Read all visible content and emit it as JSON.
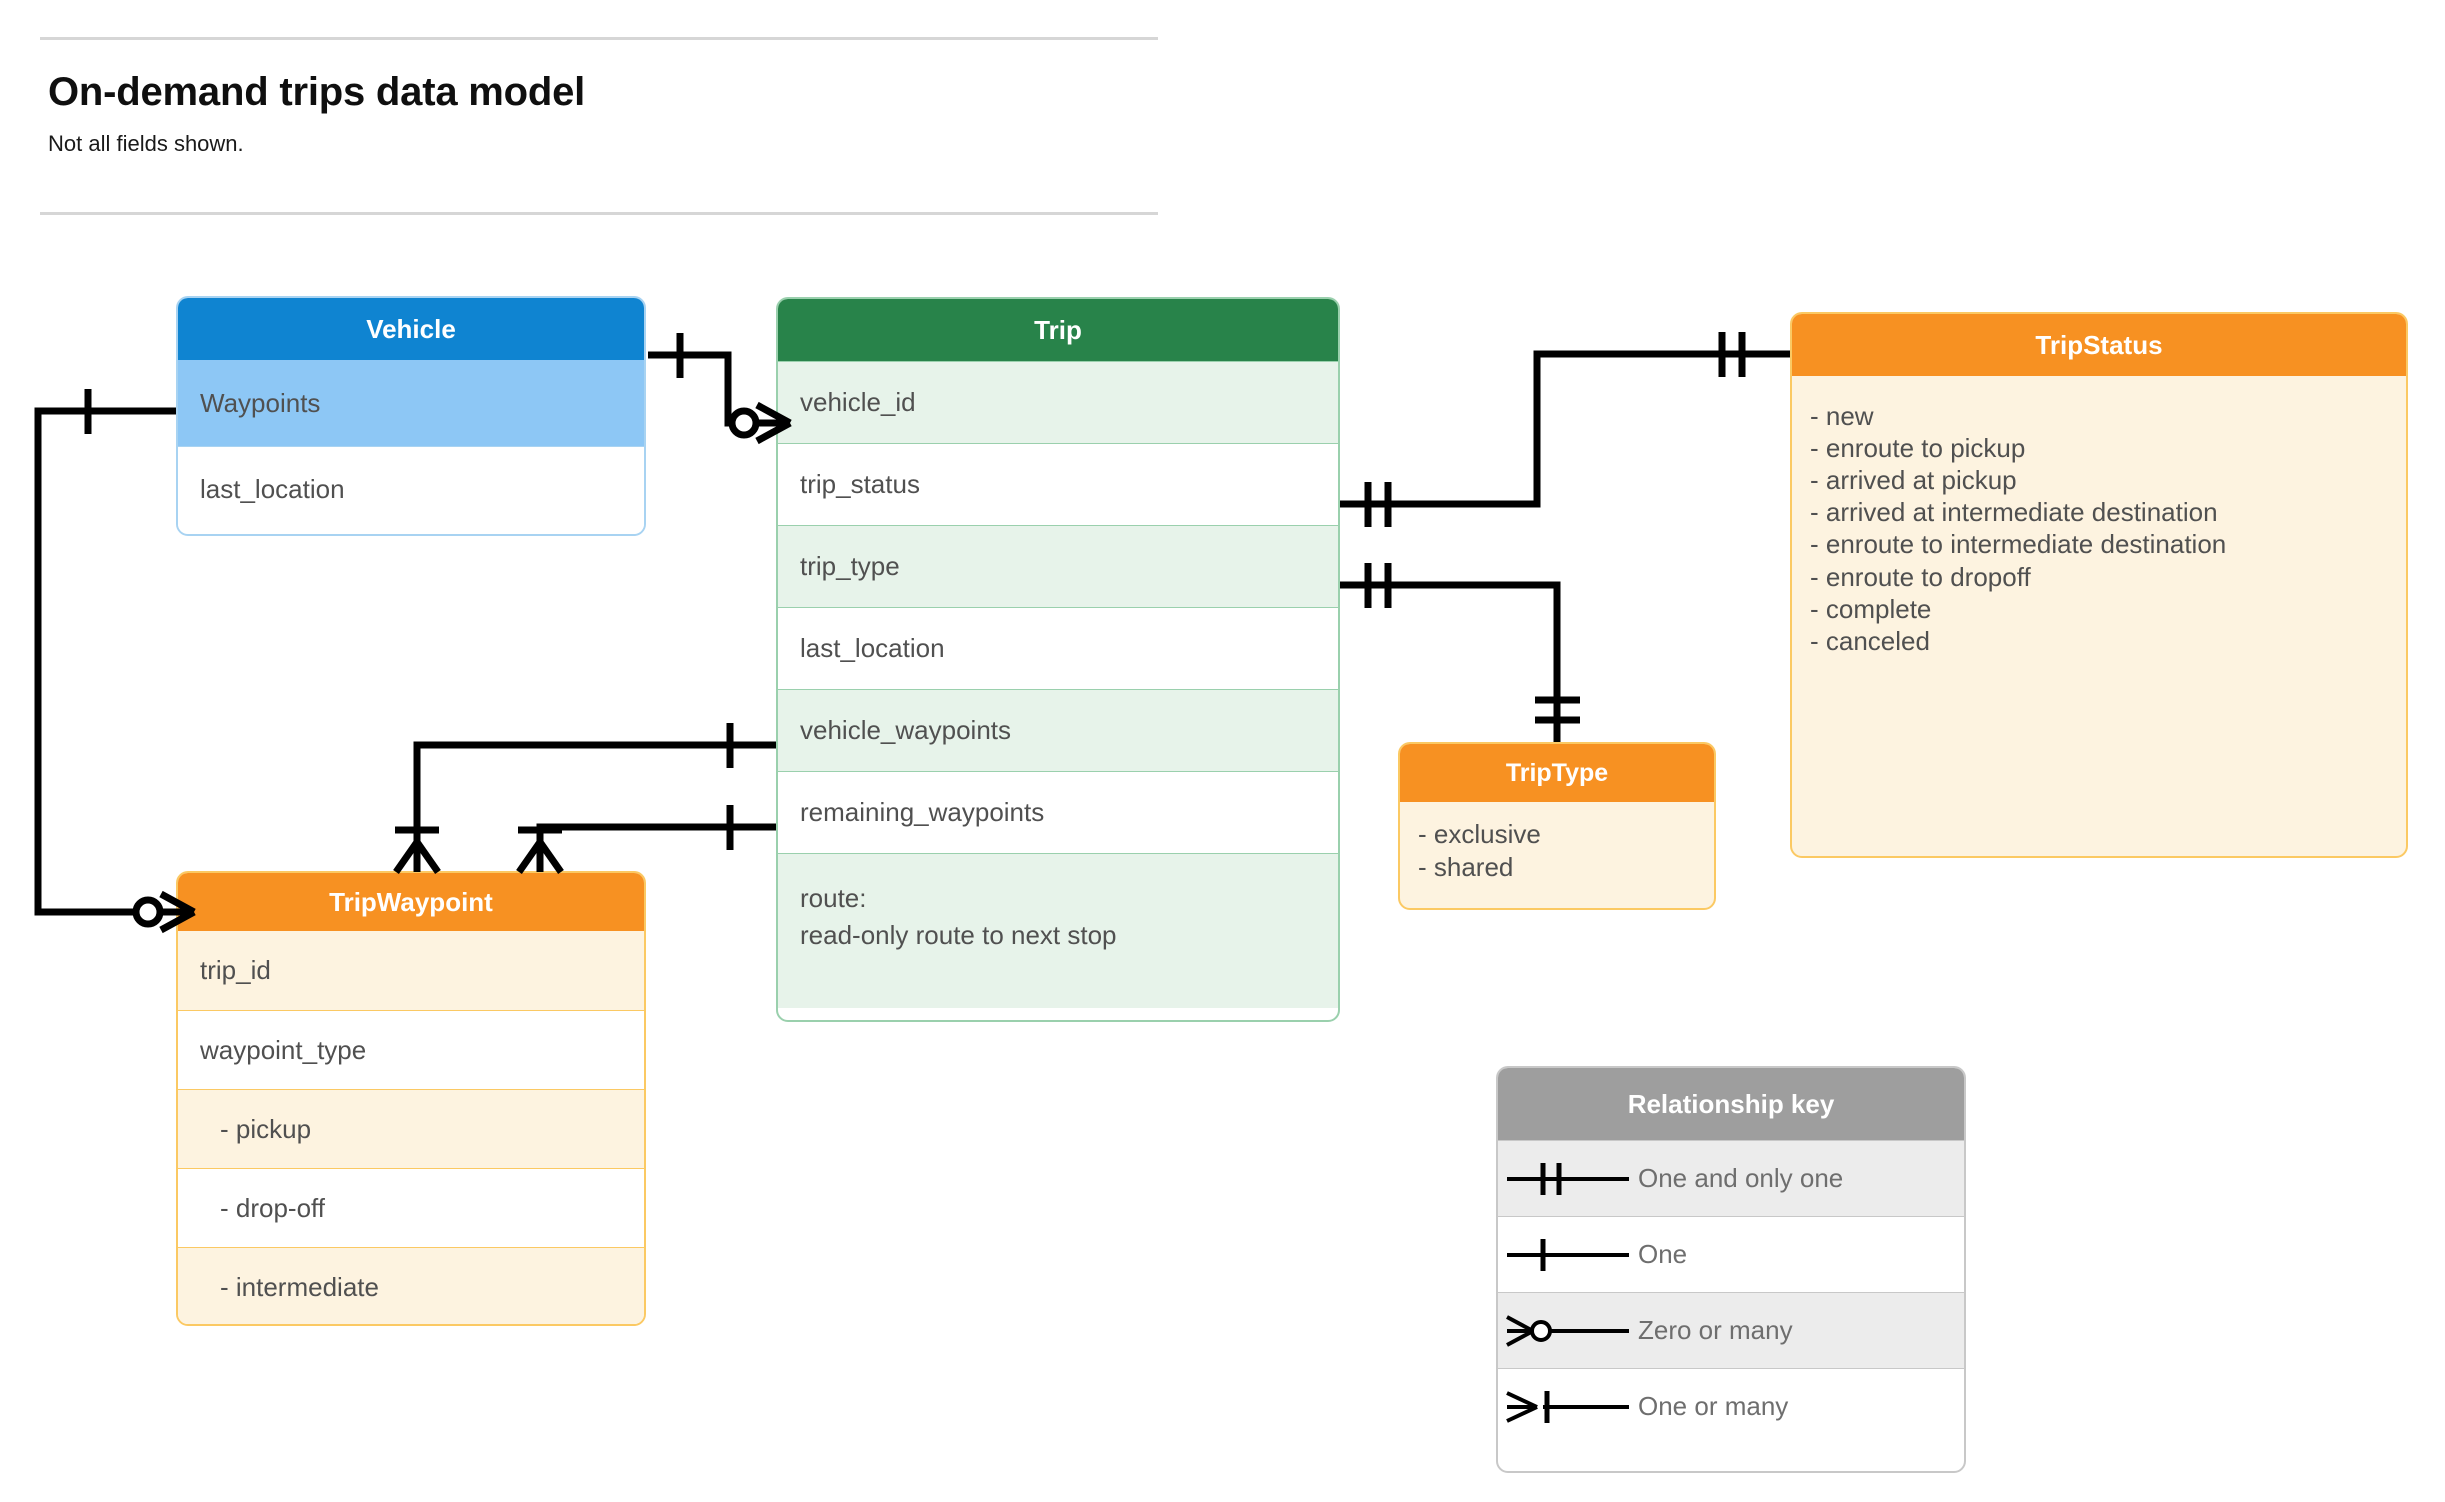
{
  "header": {
    "title": "On-demand trips data model",
    "subtitle": "Not all fields shown."
  },
  "entities": {
    "vehicle": {
      "title": "Vehicle",
      "header_color": "#0f84d1",
      "accent_color": "#8dc7f5",
      "fields": [
        "Waypoints",
        "last_location"
      ]
    },
    "trip": {
      "title": "Trip",
      "header_color": "#28834a",
      "accent_color": "#e7f3ea",
      "fields": [
        "vehicle_id",
        "trip_status",
        "trip_type",
        "last_location",
        "vehicle_waypoints",
        "remaining_waypoints"
      ],
      "route_line1": "route:",
      "route_line2": "read-only route to next stop"
    },
    "trip_status": {
      "title": "TripStatus",
      "header_color": "#f79122",
      "accent_color": "#fdf3e0",
      "values": [
        "- new",
        "- enroute to pickup",
        "- arrived at pickup",
        "- arrived at intermediate destination",
        "- enroute to intermediate destination",
        "- enroute to dropoff",
        "- complete",
        "- canceled"
      ]
    },
    "trip_type": {
      "title": "TripType",
      "header_color": "#f79122",
      "accent_color": "#fdf3e0",
      "values": [
        "- exclusive",
        "- shared"
      ]
    },
    "trip_waypoint": {
      "title": "TripWaypoint",
      "header_color": "#f79122",
      "accent_color": "#fdf3e0",
      "fields": [
        "trip_id",
        "waypoint_type"
      ],
      "waypoint_types": [
        "-  pickup",
        "-  drop-off",
        "-  intermediate"
      ]
    }
  },
  "legend": {
    "title": "Relationship key",
    "header_color": "#9e9e9e",
    "rows": [
      {
        "symbol": "one-and-only-one",
        "label": "One and only one"
      },
      {
        "symbol": "one",
        "label": "One"
      },
      {
        "symbol": "zero-or-many",
        "label": "Zero or many"
      },
      {
        "symbol": "one-or-many",
        "label": "One or many"
      }
    ]
  },
  "relationships": [
    {
      "from": "Vehicle",
      "from_card": "one",
      "to": "Trip.vehicle_id",
      "to_card": "zero-or-many"
    },
    {
      "from": "Vehicle.Waypoints",
      "from_card": "one",
      "to": "TripWaypoint",
      "to_card": "zero-or-many"
    },
    {
      "from": "Trip.trip_status",
      "from_card": "one-and-only-one",
      "to": "TripStatus",
      "to_card": "one-and-only-one"
    },
    {
      "from": "Trip.trip_type",
      "from_card": "one-and-only-one",
      "to": "TripType",
      "to_card": "one-and-only-one"
    },
    {
      "from": "Trip.vehicle_waypoints",
      "from_card": "one",
      "to": "TripWaypoint",
      "to_card": "one-or-many"
    },
    {
      "from": "Trip.remaining_waypoints",
      "from_card": "one",
      "to": "TripWaypoint",
      "to_card": "one-or-many"
    }
  ]
}
